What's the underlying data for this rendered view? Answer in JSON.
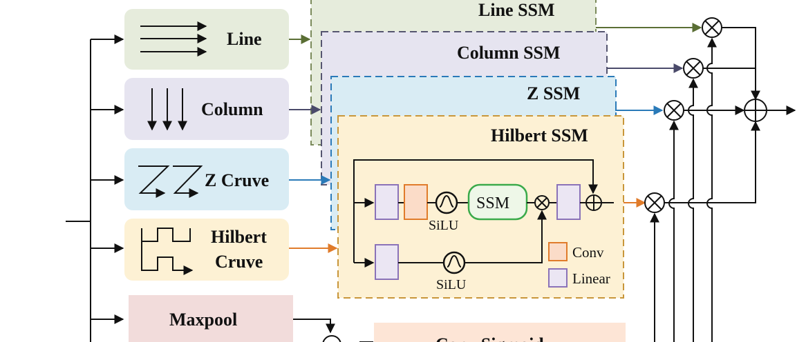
{
  "scan_blocks": {
    "line": "Line",
    "column": "Column",
    "z": "Z Cruve",
    "hilbert_1": "Hilbert",
    "hilbert_2": "Cruve",
    "maxpool": "Maxpool",
    "conv_sigmoid": "Conv Sigmoid"
  },
  "ssm_panels": {
    "line": "Line SSM",
    "column": "Column SSM",
    "z": "Z SSM",
    "hilbert": "Hilbert SSM"
  },
  "hilbert_detail": {
    "ssm": "SSM",
    "silu_top": "SiLU",
    "silu_bottom": "SiLU"
  },
  "legend": {
    "conv": "Conv",
    "linear": "Linear"
  },
  "colors": {
    "line_fill": "#e6ecdc",
    "line_arrow": "#5a6e34",
    "column_fill": "#e6e4f0",
    "column_arrow": "#4a4a6a",
    "z_fill": "#d9ecf4",
    "z_arrow": "#2a7ab8",
    "hilbert_fill": "#fdf1d4",
    "hilbert_arrow": "#e07b2a",
    "maxpool_fill": "#f2dcdb",
    "conv_sigmoid_fill": "#fde5d6",
    "conv_box": "#fbdcc8",
    "conv_border": "#e07b2a",
    "linear_box": "#ebe6f3",
    "linear_border": "#8a72b8",
    "ssm_border": "#3aaa4a"
  }
}
